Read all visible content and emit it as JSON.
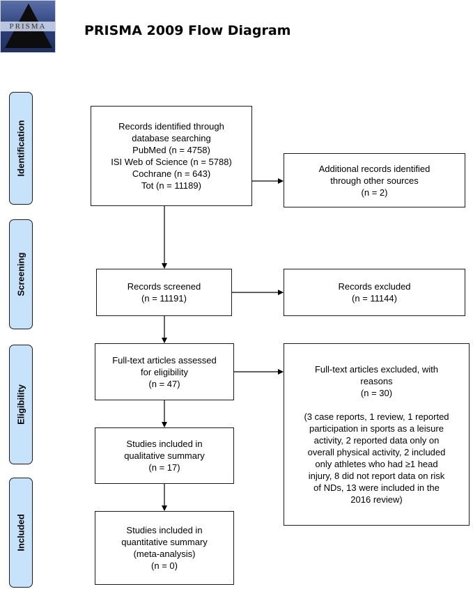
{
  "header": {
    "title": "PRISMA 2009 Flow Diagram",
    "logo_text": "PRISMA"
  },
  "phases": {
    "identification": "Identification",
    "screening": "Screening",
    "eligibility": "Eligibility",
    "included": "Included"
  },
  "boxes": {
    "records_identified": [
      "Records identified through",
      "database searching",
      "PubMed (n = 4758)",
      "ISI Web of Science (n = 5788)",
      "Cochrane (n = 643)",
      "Tot (n = 11189)"
    ],
    "additional_records": [
      "Additional records identified",
      "through other sources",
      "(n = 2)"
    ],
    "records_screened": [
      "Records screened",
      "(n = 11191)"
    ],
    "records_excluded": [
      "Records excluded",
      "(n = 11144)"
    ],
    "fulltext_assessed": [
      "Full-text articles assessed",
      "for eligibility",
      "(n = 47)"
    ],
    "fulltext_excluded": [
      "Full-text articles excluded, with",
      "reasons",
      "(n = 30)",
      "",
      "(3 case reports, 1 review, 1 reported",
      "participation in sports as a leisure",
      "activity, 2 reported data only on",
      "overall physical activity, 2 included",
      "only athletes who had ≥1 head",
      "injury, 8 did not report data on risk",
      "of NDs, 13 were included in the",
      "2016 review)"
    ],
    "qualitative": [
      "Studies included in",
      "qualitative summary",
      "(n = 17)"
    ],
    "quantitative": [
      "Studies included in",
      "quantitative summary",
      "(meta-analysis)",
      "(n = 0)"
    ]
  }
}
